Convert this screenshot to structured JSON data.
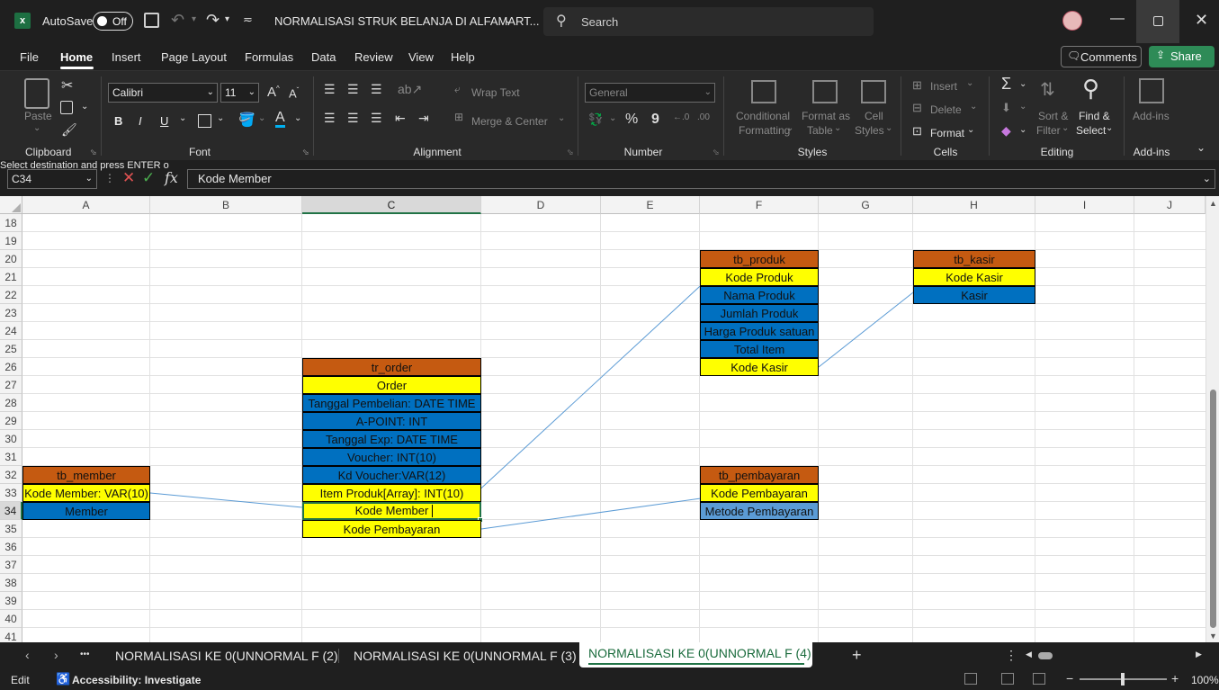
{
  "titlebar": {
    "autosave_label": "AutoSave",
    "autosave_state": "Off",
    "doc_title": "NORMALISASI STRUK BELANJA DI ALFAMART...",
    "search_placeholder": "Search"
  },
  "menu": {
    "items": [
      "File",
      "Home",
      "Insert",
      "Page Layout",
      "Formulas",
      "Data",
      "Review",
      "View",
      "Help"
    ],
    "active": "Home",
    "comments": "Comments",
    "share": "Share"
  },
  "ribbon": {
    "clipboard": {
      "paste": "Paste",
      "label": "Clipboard"
    },
    "font": {
      "name": "Calibri",
      "size": "11",
      "bold": "B",
      "italic": "I",
      "underline": "U",
      "label": "Font"
    },
    "alignment": {
      "wrap": "Wrap Text",
      "merge": "Merge & Center",
      "label": "Alignment"
    },
    "number": {
      "format": "General",
      "label": "Number",
      "percent": "%",
      "comma": "9"
    },
    "styles": {
      "conditional": "Conditional",
      "formatting": "Formatting",
      "format_as": "Format as",
      "table": "Table",
      "cell": "Cell",
      "cell_styles": "Styles",
      "label": "Styles"
    },
    "cells": {
      "insert": "Insert",
      "delete": "Delete",
      "format": "Format",
      "label": "Cells"
    },
    "editing": {
      "sort": "Sort &",
      "filter": "Filter",
      "find": "Find &",
      "select": "Select",
      "label": "Editing"
    },
    "addins": {
      "addins": "Add-ins",
      "label": "Add-ins"
    }
  },
  "tooltip_text": "Select destination and press ENTER o",
  "formula": {
    "name_box": "C34",
    "fx": "fx",
    "content": "Kode Member"
  },
  "columns": [
    "A",
    "B",
    "C",
    "D",
    "E",
    "F",
    "G",
    "H",
    "I",
    "J"
  ],
  "rows": [
    "18",
    "19",
    "20",
    "21",
    "22",
    "23",
    "24",
    "25",
    "26",
    "27",
    "28",
    "29",
    "30",
    "31",
    "32",
    "33",
    "34",
    "35",
    "36",
    "37",
    "38",
    "39",
    "40",
    "41"
  ],
  "tables": {
    "tb_member": [
      "tb_member",
      "Kode Member: VAR(10)",
      "Member"
    ],
    "tr_order": [
      "tr_order",
      "Order",
      "Tanggal Pembelian: DATE TIME",
      "A-POINT: INT",
      "Tanggal Exp: DATE TIME",
      "Voucher: INT(10)",
      "Kd Voucher:VAR(12)",
      "Item Produk[Array]: INT(10)",
      "Kode Member",
      "Kode Pembayaran"
    ],
    "tb_produk": [
      "tb_produk",
      "Kode Produk",
      "Nama Produk",
      "Jumlah Produk",
      "Harga Produk satuan",
      "Total Item",
      "Kode Kasir"
    ],
    "tb_kasir": [
      "tb_kasir",
      "Kode Kasir",
      "Kasir"
    ],
    "tb_pembayaran": [
      "tb_pembayaran",
      "Kode Pembayaran",
      "Metode Pembayaran"
    ]
  },
  "sheets": {
    "tabs": [
      "NORMALISASI KE 0(UNNORMAL F (2)",
      "NORMALISASI KE 0(UNNORMAL F (3)",
      "NORMALISASI KE 0(UNNORMAL F (4)"
    ],
    "active": 2,
    "more": "•••",
    "add": "+"
  },
  "status": {
    "mode": "Edit",
    "accessibility": "Accessibility: Investigate",
    "zoom": "100%"
  },
  "colors": {
    "orange": "#c55a11",
    "yellow": "#ffff00",
    "blue": "#0070c0",
    "light_blue": "#5b9bd5",
    "excel_green": "#217346",
    "share_green": "#2e8b57"
  }
}
